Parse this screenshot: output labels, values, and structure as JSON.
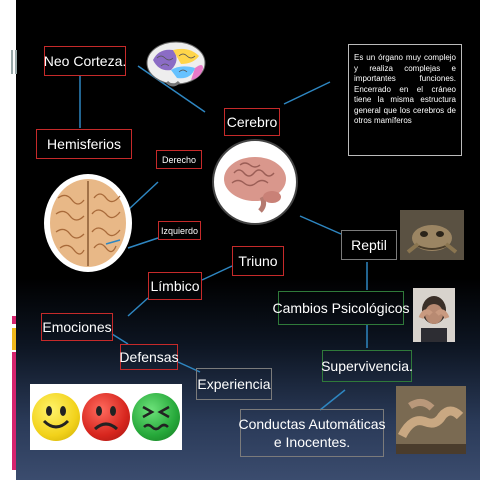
{
  "nodes": {
    "neo_corteza": "Neo Corteza.",
    "hemisferios": "Hemisferios",
    "derecho": "Derecho",
    "izquierdo": "Izquierdo",
    "cerebro": "Cerebro",
    "triuno": "Triuno",
    "limbico": "Límbico",
    "emociones": "Emociones",
    "defensas": "Defensas",
    "experiencia": "Experiencia",
    "reptil": "Reptil",
    "cambios": "Cambios Psicológicos",
    "supervivencia": "Supervivencia.",
    "conductas_1": "Conductas Automáticas",
    "conductas_2": "e  Inocentes."
  },
  "description": "Es un órgano muy complejo y realiza complejas e importantes funciones. Encerrado en el cráneo tiene la misma estructura general que los cerebros de otros mamíferos",
  "colors": {
    "border_red": "#c62a2a",
    "border_grey": "#7b7b7b",
    "border_green": "#2f7a3a",
    "connector": "#2e86c1",
    "stripe_magenta": "#d6246e",
    "stripe_yellow": "#f0b81c",
    "face_happy": "#f2d21b",
    "face_sad": "#d7261e",
    "face_sick": "#26a83a"
  },
  "icons": [
    "brain-lobes-icon",
    "brain-icon",
    "hemispheres-brain-icon",
    "lizard-icon",
    "stressed-person-icon",
    "hands-icon",
    "happy-face-icon",
    "sad-face-icon",
    "sick-face-icon"
  ]
}
